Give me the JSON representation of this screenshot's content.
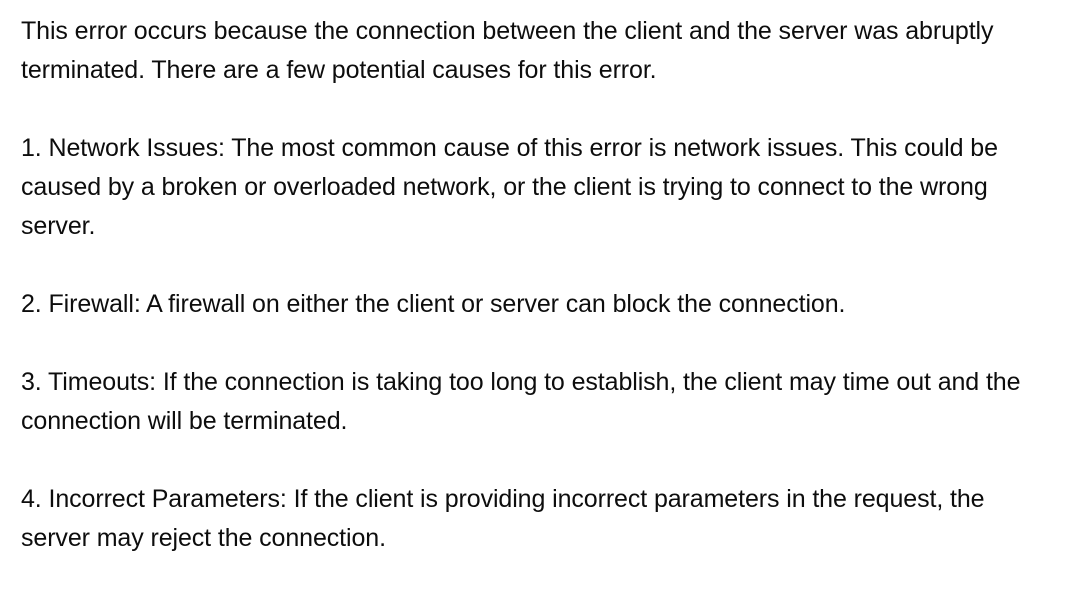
{
  "document": {
    "kind": "plain-text-answer",
    "background_color": "#ffffff",
    "text_color": "#0d0d0d",
    "paragraphs": [
      {
        "id": "intro",
        "text": "This error occurs because the connection between the client and the server was abruptly terminated. There are a few potential causes for this error."
      },
      {
        "id": "cause-1-network-issues",
        "text": "1. Network Issues: The most common cause of this error is network issues. This could be caused by a broken or overloaded network, or the client is trying to connect to the wrong server."
      },
      {
        "id": "cause-2-firewall",
        "text": "2. Firewall: A firewall on either the client or server can block the connection."
      },
      {
        "id": "cause-3-timeouts",
        "text": "3. Timeouts: If the connection is taking too long to establish, the client may time out and the connection will be terminated."
      },
      {
        "id": "cause-4-incorrect-parameters",
        "text": "4. Incorrect Parameters: If the client is providing incorrect parameters in the request, the server may reject the connection."
      }
    ]
  }
}
